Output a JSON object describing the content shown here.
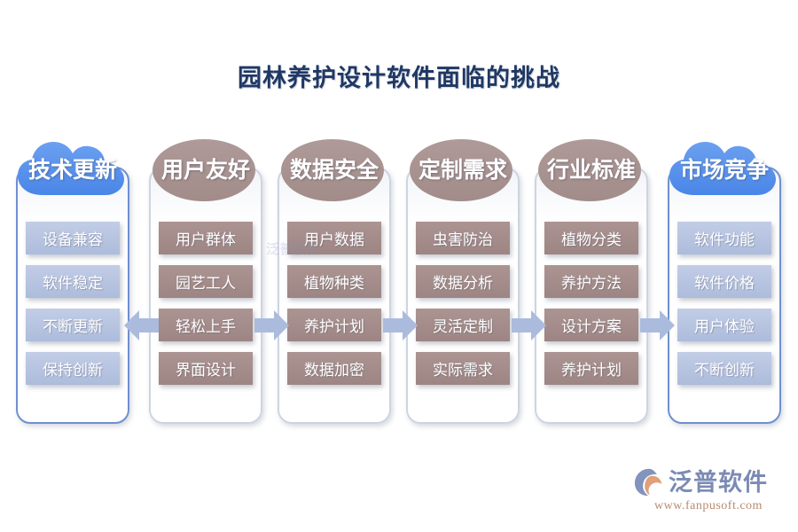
{
  "title": "园林养护设计软件面临的挑战",
  "columns": [
    {
      "header": "技术更新",
      "header_shape": "cloud",
      "header_color": "#4a86e8",
      "item_color": "#b3c1e0",
      "items": [
        "设备兼容",
        "软件稳定",
        "不断更新",
        "保持创新"
      ]
    },
    {
      "header": "用户友好",
      "header_shape": "ellipse",
      "header_color": "#a28c8a",
      "item_color": "#a38d8b",
      "items": [
        "用户群体",
        "园艺工人",
        "轻松上手",
        "界面设计"
      ]
    },
    {
      "header": "数据安全",
      "header_shape": "ellipse",
      "header_color": "#a28c8a",
      "item_color": "#a38d8b",
      "items": [
        "用户数据",
        "植物种类",
        "养护计划",
        "数据加密"
      ]
    },
    {
      "header": "定制需求",
      "header_shape": "ellipse",
      "header_color": "#a28c8a",
      "item_color": "#a38d8b",
      "items": [
        "虫害防治",
        "数据分析",
        "灵活定制",
        "实际需求"
      ]
    },
    {
      "header": "行业标准",
      "header_shape": "ellipse",
      "header_color": "#a28c8a",
      "item_color": "#a38d8b",
      "items": [
        "植物分类",
        "养护方法",
        "设计方案",
        "养护计划"
      ]
    },
    {
      "header": "市场竞争",
      "header_shape": "cloud",
      "header_color": "#4a86e8",
      "item_color": "#b3c1e0",
      "items": [
        "软件功能",
        "软件价格",
        "用户体验",
        "不断创新"
      ]
    }
  ],
  "arrows": [
    {
      "direction": "left",
      "color": "#aabbdd"
    },
    {
      "direction": "right",
      "color": "#aabbdd"
    },
    {
      "direction": "right",
      "color": "#aabbdd"
    },
    {
      "direction": "right",
      "color": "#aabbdd"
    },
    {
      "direction": "right",
      "color": "#aabbdd"
    }
  ],
  "logo": {
    "brand": "泛普软件",
    "url": "www.fanpusoft.com",
    "watermark": "泛普软件"
  },
  "colors": {
    "title": "#1f3864",
    "blue_accent": "#4a86e8",
    "mauve_accent": "#a28c8a",
    "panel_border": "#d9dde4",
    "background": "#ffffff"
  }
}
